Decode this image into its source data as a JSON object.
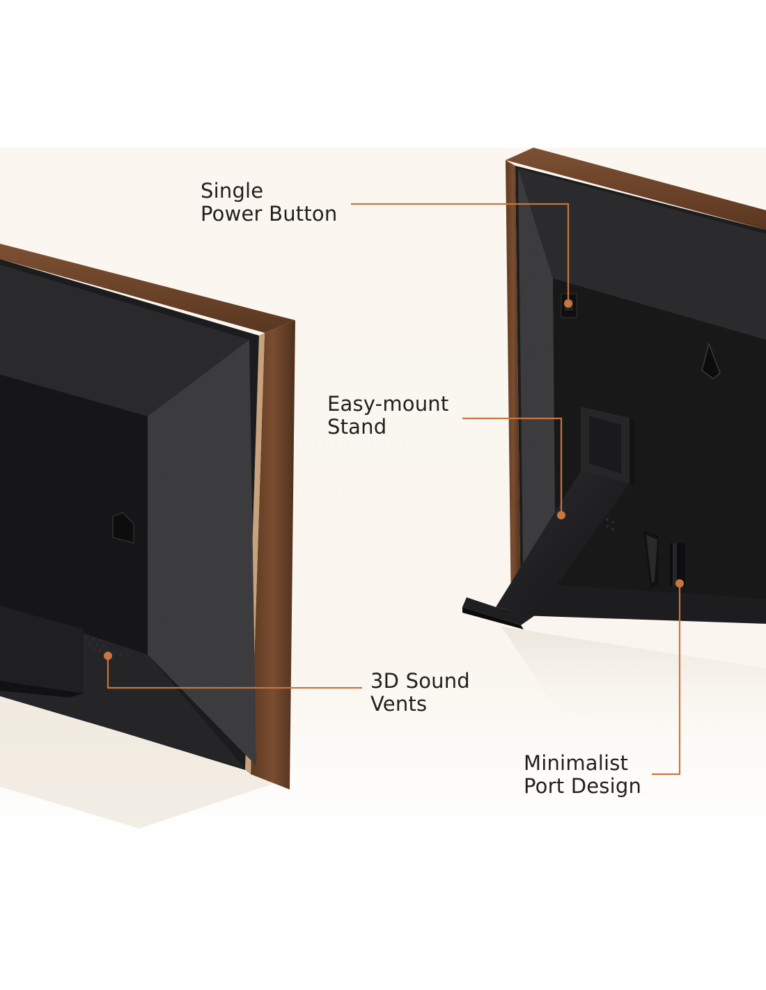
{
  "colors": {
    "page_background": "#ffffff",
    "studio_background": "#faf6ef",
    "accent_line": "#c8753f",
    "wood_frame": "#6b4128",
    "frame_back": "#1d1d1f",
    "bevel_panel": "#3e3e40",
    "text": "#1f1f1f"
  },
  "callouts": {
    "power_button": {
      "line1": "Single",
      "line2": "Power Button",
      "icon": "power-button-marker"
    },
    "stand": {
      "line1": "Easy-mount",
      "line2": "Stand",
      "icon": "stand-marker"
    },
    "sound_vents": {
      "line1": "3D Sound",
      "line2": "Vents",
      "icon": "sound-vent-marker"
    },
    "port": {
      "line1": "Minimalist",
      "line2": "Port Design",
      "icon": "port-marker"
    }
  }
}
